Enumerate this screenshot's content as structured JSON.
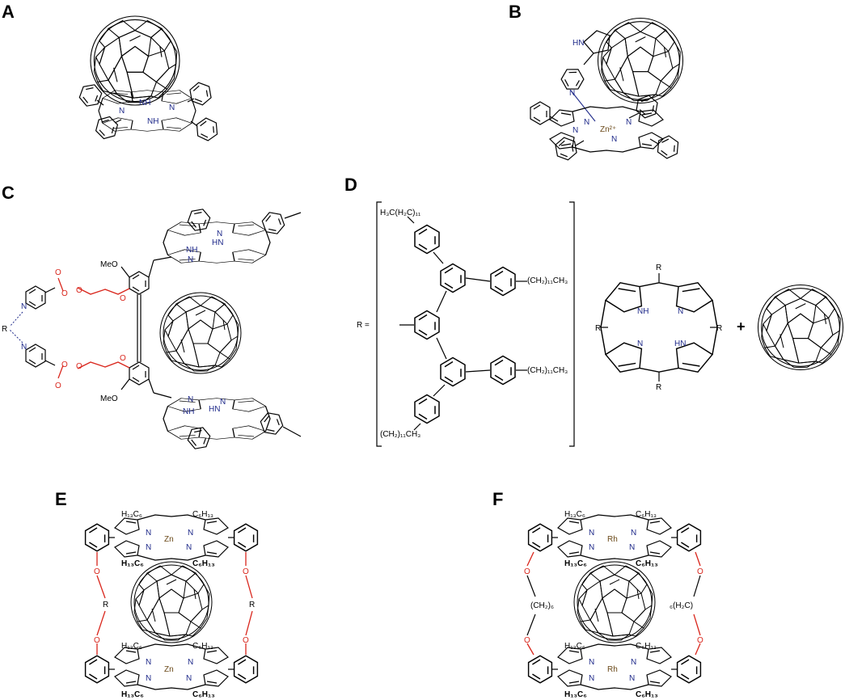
{
  "panels": {
    "A": {
      "label": "A",
      "atoms": {
        "nh1": "NH",
        "n1": "N",
        "n2": "N",
        "nh2": "NH"
      }
    },
    "B": {
      "label": "B",
      "atoms": {
        "hn": "HN",
        "pyr_n": "N",
        "metal": "Zn²⁺",
        "n1": "N",
        "n2": "N",
        "n3": "N",
        "n4": "N"
      }
    },
    "C": {
      "label": "C",
      "atoms": {
        "meo1": "MeO",
        "meo2": "MeO",
        "r": "R",
        "o1": "O",
        "o2": "O",
        "o3": "O",
        "o4": "O",
        "o5": "O",
        "o6": "O",
        "o7": "O",
        "o8": "O",
        "pn1": "N",
        "pn2": "N",
        "nh_a": "NH",
        "n_a1": "N",
        "hn_a": "HN",
        "n_a2": "N",
        "n_b1": "N",
        "nh_b": "NH",
        "n_b2": "N",
        "hn_b": "HN"
      }
    },
    "D": {
      "label": "D",
      "atoms": {
        "r_eq": "R =",
        "chain_top": "H₃C(H₂C)₁₁",
        "chain_r1": "(CH₂)₁₁CH₃",
        "chain_r2": "(CH₂)₁₁CH₃",
        "chain_bot": "(CH₂)₁₁CH₃",
        "r_top": "R",
        "r_left": "R",
        "r_right": "R",
        "r_bot": "R",
        "nh": "NH",
        "n1": "N",
        "n2": "N",
        "hn": "HN",
        "plus": "+"
      }
    },
    "E": {
      "label": "E",
      "atoms": {
        "top_tl": "H₁₃C₆",
        "top_tr": "C₆H₁₃",
        "top_bl": "H₁₃C₆",
        "top_br": "C₆H₁₃",
        "top_metal": "Zn",
        "top_n1": "N",
        "top_n2": "N",
        "top_n3": "N",
        "top_n4": "N",
        "bot_tl": "H₁₃C₆",
        "bot_tr": "C₆H₁₃",
        "bot_bl": "H₁₃C₆",
        "bot_br": "C₆H₁₃",
        "bot_metal": "Zn",
        "bot_n1": "N",
        "bot_n2": "N",
        "bot_n3": "N",
        "bot_n4": "N",
        "o1": "O",
        "o2": "O",
        "o3": "O",
        "o4": "O",
        "r1": "R",
        "r2": "R"
      }
    },
    "F": {
      "label": "F",
      "atoms": {
        "top_tl": "H₁₃C₆",
        "top_tr": "C₆H₁₃",
        "top_bl": "H₁₃C₆",
        "top_br": "C₆H₁₃",
        "top_metal": "Rh",
        "top_n1": "N",
        "top_n2": "N",
        "top_n3": "N",
        "top_n4": "N",
        "bot_tl": "H₁₃C₆",
        "bot_tr": "C₆H₁₃",
        "bot_bl": "H₁₃C₆",
        "bot_br": "C₆H₁₃",
        "bot_metal": "Rh",
        "bot_n1": "N",
        "bot_n2": "N",
        "bot_n3": "N",
        "bot_n4": "N",
        "o1": "O",
        "o2": "O",
        "o3": "O",
        "o4": "O",
        "link1": "(CH₂)₆",
        "link2": "₆(H₂C)"
      }
    }
  },
  "colors": {
    "nitrogen": "#1f2a8a",
    "oxygen": "#d9261c",
    "metal": "#6b4a1a",
    "bond": "#000000"
  }
}
